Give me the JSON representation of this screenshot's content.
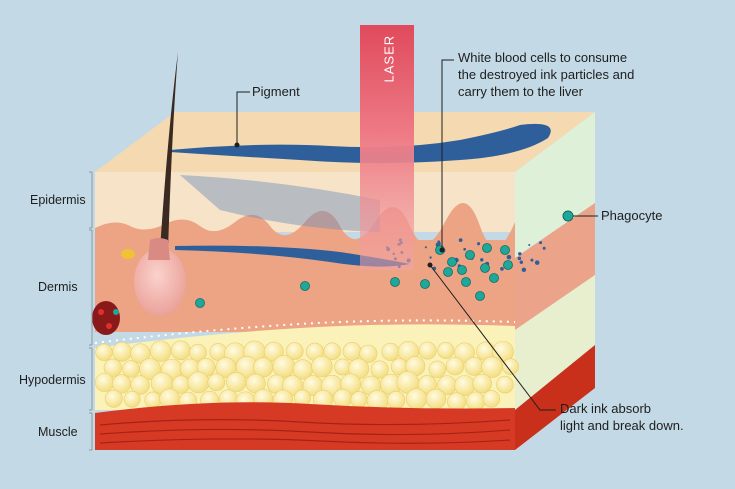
{
  "laser": {
    "label": "LASER"
  },
  "labels": {
    "pigment": "Pigment",
    "white_blood_cells": [
      "White blood cells to consume",
      "the destroyed ink particles and",
      "carry them to the liver"
    ],
    "phagocyte": "Phagocyte",
    "dark_ink": [
      "Dark ink absorb",
      "light and break down."
    ]
  },
  "layers": {
    "epidermis": "Epidermis",
    "dermis": "Dermis",
    "hypodermis": "Hypodermis",
    "muscle": "Muscle"
  },
  "colors": {
    "background": "#c3d9e5",
    "epidermis": "#f7e2c4",
    "dermis": "#eda485",
    "hypodermis": "#fbf2b9",
    "muscle": "#d63a25",
    "ink": "#2f5f9a",
    "phagocyte": "#1fa89a",
    "laser": "#e8606e"
  }
}
